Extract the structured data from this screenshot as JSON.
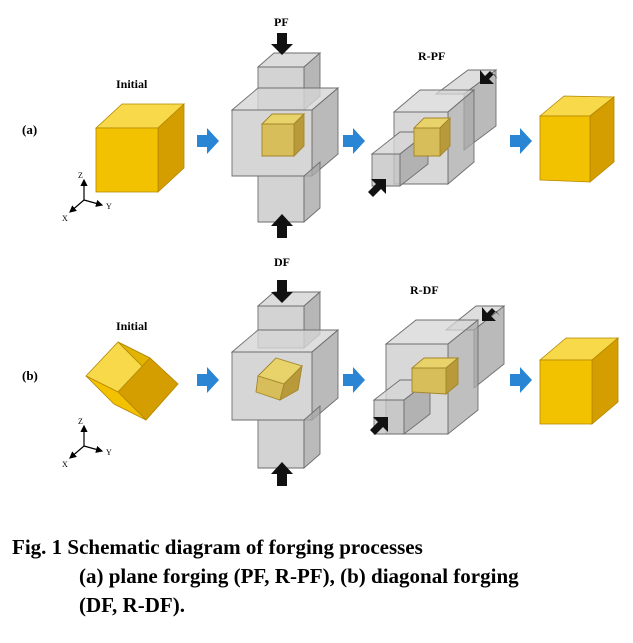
{
  "figure": {
    "row_a": {
      "row_label": "(a)",
      "initial_label": "Initial",
      "stage1_label": "PF",
      "stage2_label": "R-PF"
    },
    "row_b": {
      "row_label": "(b)",
      "initial_label": "Initial",
      "stage1_label": "DF",
      "stage2_label": "R-DF"
    },
    "axes": {
      "z": "Z",
      "y": "Y",
      "x": "X"
    },
    "colors": {
      "billet_front": "#f2c200",
      "billet_top": "#f7d94a",
      "billet_side": "#d49e00",
      "die": "#c6c6c6",
      "process_arrow": "#2a85d4",
      "force_arrow": "#111111"
    }
  },
  "caption": {
    "line1": "Fig. 1 Schematic diagram of forging processes",
    "line2": "(a) plane forging (PF, R-PF), (b) diagonal forging",
    "line3": "(DF, R-DF)."
  }
}
